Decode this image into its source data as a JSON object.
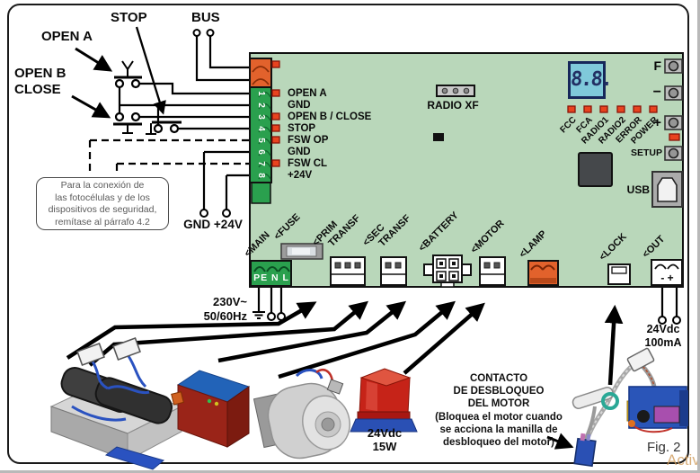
{
  "figure": {
    "fig_label": "Fig. 2",
    "watermark": "Activ"
  },
  "external": {
    "open_a": "OPEN A",
    "open_b": "OPEN B",
    "close": "CLOSE",
    "stop": "STOP",
    "bus": "BUS",
    "gnd_24v": "GND +24V",
    "note_lines": [
      "Para la conexión de",
      "las fotocélulas y de los",
      "dispositivos de seguridad,",
      "remítase al párrafo 4.2"
    ]
  },
  "board": {
    "terminal_numbers": [
      "1",
      "2",
      "3",
      "4",
      "5",
      "6",
      "7",
      "8"
    ],
    "terminal_labels": [
      "OPEN A",
      "GND",
      "OPEN B / CLOSE",
      "STOP",
      "FSW OP",
      "GND",
      "FSW CL",
      "+24V"
    ],
    "radio_label": "RADIO XF",
    "display_value": "8.8.",
    "led_labels": [
      "FCC",
      "FCA",
      "RADIO1",
      "RADIO2",
      "ERROR",
      "POWER"
    ],
    "buttons": {
      "f": "F",
      "minus": "−",
      "plus": "+",
      "setup": "SETUP"
    },
    "usb_label": "USB",
    "connectors": {
      "main": "<MAIN",
      "fuse": "<FUSE",
      "prim_1": "<PRIM",
      "prim_2": "TRANSF",
      "sec_1": "<SEC",
      "sec_2": "TRANSF",
      "battery": "<BATTERY",
      "motor": "<MOTOR",
      "lamp": "<LAMP",
      "lock": "<LOCK",
      "out": "<OUT",
      "main_terminals": "PE N L",
      "out_polarity": "- +"
    }
  },
  "power": {
    "mains_voltage": "230V~",
    "mains_freq": "50/60Hz",
    "out_voltage": "24Vdc",
    "out_current": "100mA"
  },
  "lamp_spec": {
    "voltage": "24Vdc",
    "power": "15W"
  },
  "contact_note": [
    "CONTACTO",
    "DE DESBLOQUEO",
    "DEL MOTOR",
    "(Bloquea el motor cuando",
    "se acciona la manilla de",
    "desbloqueo del motor)"
  ],
  "colors": {
    "board": "#b9d7ba",
    "terminal_green": "#2aa04e",
    "connector_orange": "#e2622c",
    "display_bg": "#7fc9da",
    "led_red": "#e8431f"
  }
}
